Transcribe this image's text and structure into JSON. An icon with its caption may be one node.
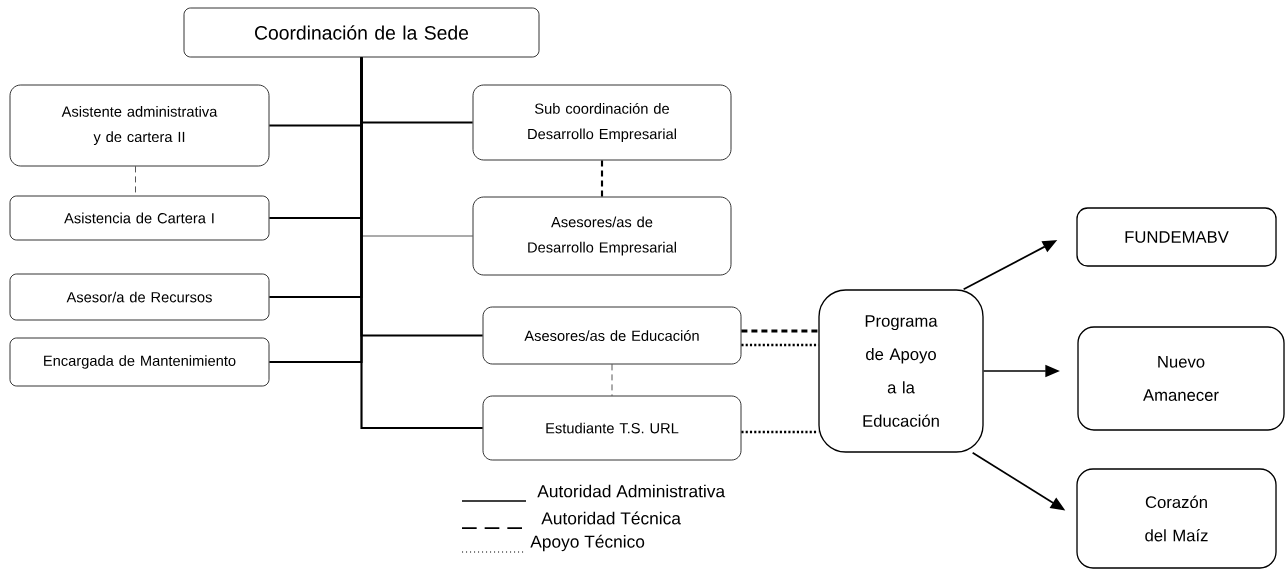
{
  "diagram": {
    "nodes": [
      {
        "text": [
          "Coordinación de la Sede"
        ]
      },
      {
        "text": [
          "Asistente administrativa y de cartera II"
        ]
      },
      {
        "text": [
          "Sub coordinación de Desarrollo Empresarial"
        ]
      },
      {
        "text": [
          "Asistencia de Cartera I"
        ]
      },
      {
        "text": [
          "Asesores/as de Desarrollo Empresarial"
        ]
      },
      {
        "text": [
          "Asesor/a de Recursos"
        ]
      },
      {
        "text": [
          "Encargada de Mantenimiento"
        ]
      },
      {
        "text": [
          "Asesores/as de Educación"
        ]
      },
      {
        "text": [
          "Estudiante T.S.  URL"
        ]
      },
      {
        "text": [
          "Programa de Apoyo a la Educación"
        ]
      },
      {
        "text": [
          "FUNDEMABV"
        ]
      },
      {
        "text": [
          "Nuevo Amanecer"
        ]
      },
      {
        "text": [
          "Corazón del Maíz"
        ]
      }
    ],
    "edges": [
      {
        "from": 0,
        "to": 1,
        "arrow": "none"
      },
      {
        "from": 0,
        "to": 2,
        "arrow": "none"
      },
      {
        "from": 0,
        "to": 3,
        "arrow": "none"
      },
      {
        "from": 0,
        "to": 4,
        "arrow": "none"
      },
      {
        "from": 0,
        "to": 5,
        "arrow": "none"
      },
      {
        "from": 0,
        "to": 6,
        "arrow": "none"
      },
      {
        "from": 0,
        "to": 7,
        "arrow": "none"
      },
      {
        "from": 0,
        "to": 8,
        "arrow": "none"
      },
      {
        "from": 1,
        "to": 3,
        "arrow": "none",
        "style": "dashed"
      },
      {
        "from": 2,
        "to": 4,
        "arrow": "none",
        "style": "dashed"
      },
      {
        "from": 7,
        "to": 8,
        "arrow": "none",
        "style": "dashed"
      },
      {
        "from": 7,
        "to": 9,
        "arrow": "none",
        "style": "dashed"
      },
      {
        "from": 7,
        "to": 9,
        "arrow": "none",
        "style": "dashed"
      },
      {
        "from": 8,
        "to": 9,
        "arrow": "none",
        "style": "dashed"
      },
      {
        "from": 9,
        "to": 10,
        "arrow": "to"
      },
      {
        "from": 9,
        "to": 11,
        "arrow": "to"
      },
      {
        "from": 9,
        "to": 12,
        "arrow": "to"
      }
    ],
    "legend": [
      {
        "text": "Autoridad Administrativa"
      },
      {
        "text": "Autoridad Técnica"
      },
      {
        "text": "Apoyo Técnico"
      }
    ]
  }
}
